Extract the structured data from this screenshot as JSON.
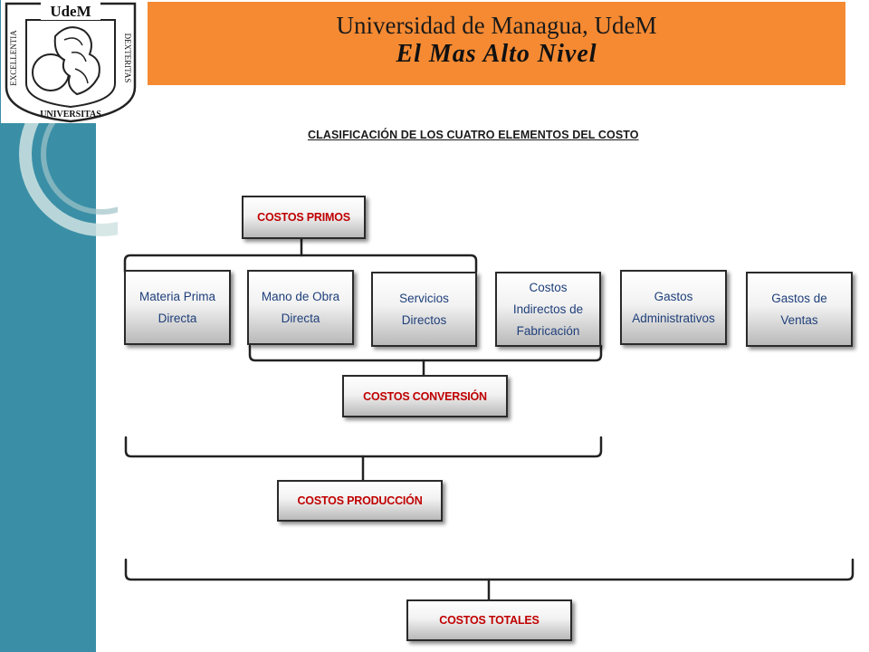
{
  "header": {
    "title": "Universidad de Managua,  UdeM",
    "subtitle": "El Mas Alto Nivel"
  },
  "logo": {
    "top_text": "UdeM",
    "left_text": "EXCELLENTIA",
    "right_text": "DEXTERITAS",
    "bottom_text": "UNIVERSITAS"
  },
  "diagram": {
    "title": "CLASIFICACIÓN DE LOS CUATRO ELEMENTOS DEL COSTO",
    "summary_boxes": {
      "primos": "COSTOS PRIMOS",
      "conversion": "COSTOS CONVERSIÓN",
      "produccion": "COSTOS PRODUCCIÓN",
      "totales": "COSTOS TOTALES"
    },
    "elements": [
      [
        "Materia Prima",
        "Directa"
      ],
      [
        "Mano de Obra",
        "Directa"
      ],
      [
        "Servicios",
        "Directos"
      ],
      [
        "Costos",
        "Indirectos de",
        "Fabricación"
      ],
      [
        "Gastos",
        "Administrativos"
      ],
      [
        "Gastos de",
        "Ventas"
      ]
    ]
  },
  "colors": {
    "sidebar": "#3a8fa6",
    "header": "#f58a33",
    "element_text": "#1f3f7a",
    "summary_text": "#c00000"
  }
}
